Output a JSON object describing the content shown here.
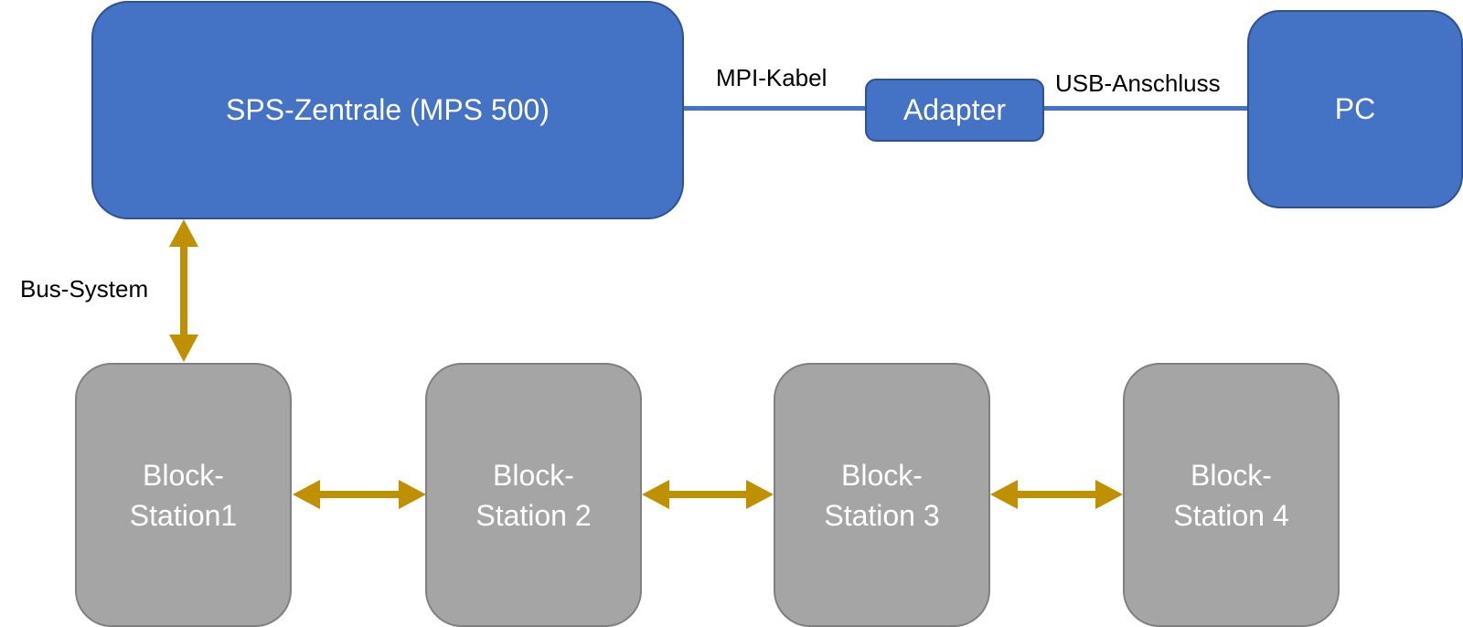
{
  "colors": {
    "box_blue": "#4472c4",
    "box_blue_border": "#2f528f",
    "box_gray": "#a5a5a5",
    "box_gray_border": "#7f7f7f",
    "arrow_gold": "#bf9000",
    "box_text": "#ffffff"
  },
  "nodes": {
    "plc": "SPS-Zentrale (MPS 500)",
    "adapter": "Adapter",
    "pc": "PC"
  },
  "connections": {
    "mpi": "MPI-Kabel",
    "usb": "USB-Anschluss",
    "bus": "Bus-System"
  },
  "stations": [
    {
      "line1": "Block-",
      "line2": "Station1"
    },
    {
      "line1": "Block-",
      "line2": "Station 2"
    },
    {
      "line1": "Block-",
      "line2": "Station 3"
    },
    {
      "line1": "Block-",
      "line2": "Station 4"
    }
  ],
  "arrows": [
    {
      "from": "plc",
      "to": "station-1",
      "style": "double-headed"
    },
    {
      "from": "station-1",
      "to": "station-2",
      "style": "double-headed"
    },
    {
      "from": "station-2",
      "to": "station-3",
      "style": "double-headed"
    },
    {
      "from": "station-3",
      "to": "station-4",
      "style": "double-headed"
    }
  ]
}
